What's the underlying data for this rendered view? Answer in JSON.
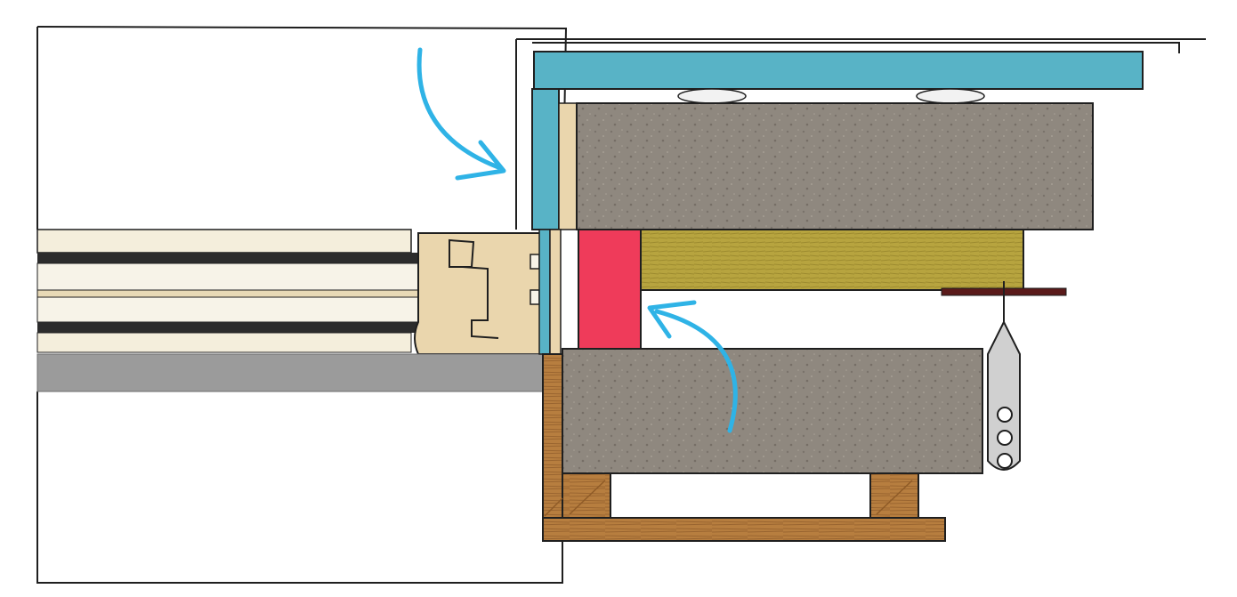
{
  "diagram": {
    "labels": [],
    "colors": {
      "background": "#ffffff",
      "line": "#1f1f1f",
      "insulation_board": "#58b3c6",
      "masonry": "#8f887f",
      "masonry_dark": "#7d766d",
      "mineral_wool": "#b7a43f",
      "air_seal_strip": "#ef3b5a",
      "window_frame_wood": "#ead6ad",
      "glazing_light": "#f4eedc",
      "glazing_dark": "#2c2c2c",
      "sill": "#9b9b9b",
      "timber": "#b77e3f",
      "timber_dark": "#8f5b27",
      "arrow": "#2fb3e6",
      "bracket": "#bfbfbf",
      "lintel_bar": "#5a1a1a"
    },
    "components": [
      "interior-wall",
      "window-glazing-unit",
      "window-frame",
      "sill-board",
      "external-insulation-board",
      "vertical-insulation-strip",
      "upper-masonry-block",
      "mineral-wool-layer",
      "air-seal-strip",
      "lower-masonry-block",
      "timber-frame",
      "steel-bracket",
      "support-bolts",
      "lintel-bar"
    ],
    "arrows": [
      {
        "name": "arrow-upper",
        "points_to": "vertical-insulation-strip"
      },
      {
        "name": "arrow-lower",
        "points_to": "air-seal-strip"
      }
    ]
  }
}
